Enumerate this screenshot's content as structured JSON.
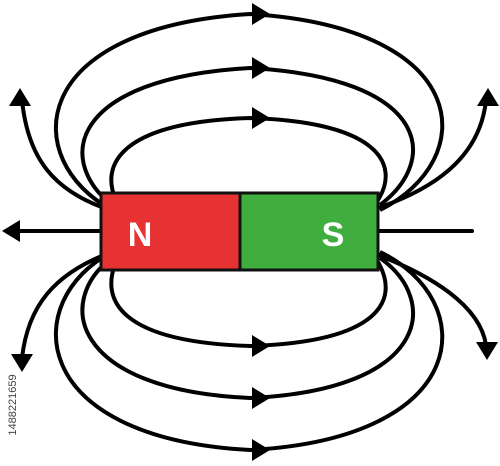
{
  "magnet": {
    "north_label": "N",
    "south_label": "S",
    "north_color": "#e63232",
    "south_color": "#3fae3f",
    "outline_color": "#111111"
  },
  "field": {
    "line_color": "#000000"
  },
  "stock_id": "1488221659"
}
